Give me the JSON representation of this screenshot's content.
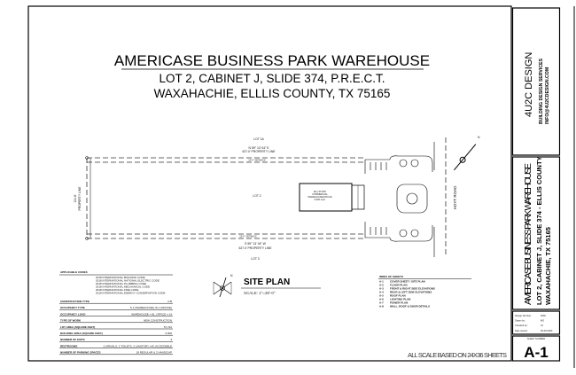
{
  "header": {
    "title": "AMERICASE BUSINESS PARK WAREHOUSE",
    "subtitle1": "LOT 2, CABINET J, SLIDE 374, P.R.E.C.T.",
    "subtitle2": "WAXAHACHIE, ELLLIS COUNTY, TX 75165"
  },
  "site": {
    "lot_north": "LOT 1A",
    "lot_main": "LOT 2",
    "lot_south": "LOT 3",
    "north_line_bearing": "N 59° 13' 04\" E",
    "north_line_label": "627.0' PROPERTY LINE",
    "south_line_bearing": "S 59° 13' 04\" W",
    "south_line_label": "627.0' PROPERTY LINE",
    "west_line_length": "131.8'",
    "west_line_label": "PROPERTY LINE",
    "setback": "15'-0\" SETBACK",
    "building_label1": "(NL) STORY",
    "building_label2": "COMMERCIAL",
    "building_label3": "WAREHOUSE/OFFICE",
    "building_label4": "6,000 sq.ft.",
    "road": "HOYT ROAD",
    "north": "N"
  },
  "site_plan": {
    "title": "SITE PLAN",
    "scale": "SCALE:  1\"=30'-0\"",
    "north": "N"
  },
  "codes": {
    "heading": "APPLICABLE CODES",
    "list": [
      "2018 INTERNATIONAL BUILDING CODE",
      "2018 INTERNATIONAL NATIONAL ELECTRIC CODE",
      "2018 INTERNATIONAL PLUMBING CODE",
      "2018 INTERNATIONAL MECHANICAL CODE",
      "2018 INTERNATIONAL FIRE CODE",
      "2018 INTERNATIONAL ENERGY CONSERVATION CODE"
    ],
    "rows": [
      {
        "label": "CONSTRUCTION TYPE",
        "value": "II-B"
      },
      {
        "label": "OCCUPANCY TYPE",
        "value": "S-1 (WAREHOUSE), B-1 (OFFICE)"
      },
      {
        "label": "OCCUPANCY LOAD",
        "value": "WAREHOUSE = 81, OFFICE = 14"
      },
      {
        "label": "TYPE OF WORK",
        "value": "NEW CONSTRUCTION"
      },
      {
        "label": "LOT AREA (SQUARE FEET)",
        "value": "57,722"
      },
      {
        "label": "BUILDING AREA (SQUARE FEET)",
        "value": "6,000"
      },
      {
        "label": "NUMBER OF EXITS",
        "value": "4"
      },
      {
        "label": "RESTROOMS",
        "value": "2 URINALS, 2 TOILETS, 2 LAVATORY, H/C ACCESSIBLE"
      },
      {
        "label": "NUMBER OF PARKING SPACES",
        "value": "18 REGULAR & 2 HANDICAP"
      }
    ]
  },
  "index": {
    "heading": "INDEX OF SHEETS",
    "sheets": [
      {
        "num": "A-1",
        "name": "COVER SHEET / SITE PLAN"
      },
      {
        "num": "A-2",
        "name": "FLOOR PLAN"
      },
      {
        "num": "A-3",
        "name": "FRONT & RIGHT SIDE ELEVATIONS"
      },
      {
        "num": "A-4",
        "name": "REAR & LEFT SIDE ELEVATIONS"
      },
      {
        "num": "A-5",
        "name": "ROOF PLAN"
      },
      {
        "num": "A-6",
        "name": "LIGHTING PLAN"
      },
      {
        "num": "A-7",
        "name": "POWER PLAN"
      },
      {
        "num": "A-8",
        "name": "WALL, ROOF & DOOR DETAILS"
      }
    ]
  },
  "footer_note": "ALL SCALE BASED ON 24X36 SHEETS",
  "title_block": {
    "firm": "4U2C DESIGN",
    "firm_tagline": "BUILDING DESIGN SERVICES",
    "firm_email": "INFO@4U2CDESIGN.COM",
    "project": "AMERICASE BUSINESS PARK WAREHOUSE",
    "project_line2": "LOT 2, CABINET J, SLIDE 374 - ELLIS COUNTY",
    "project_line3": "WAXAHACHIE, TX  75165",
    "info": [
      {
        "label": "Design Number:",
        "value": "0000"
      },
      {
        "label": "Drawn by:",
        "value": "MG"
      },
      {
        "label": "Checked by:",
        "value": "JC"
      },
      {
        "label": "Date issued:",
        "value": "00-00-0000"
      }
    ],
    "sheet_label": "SHEET NUMBER",
    "sheet_number": "A-1"
  }
}
